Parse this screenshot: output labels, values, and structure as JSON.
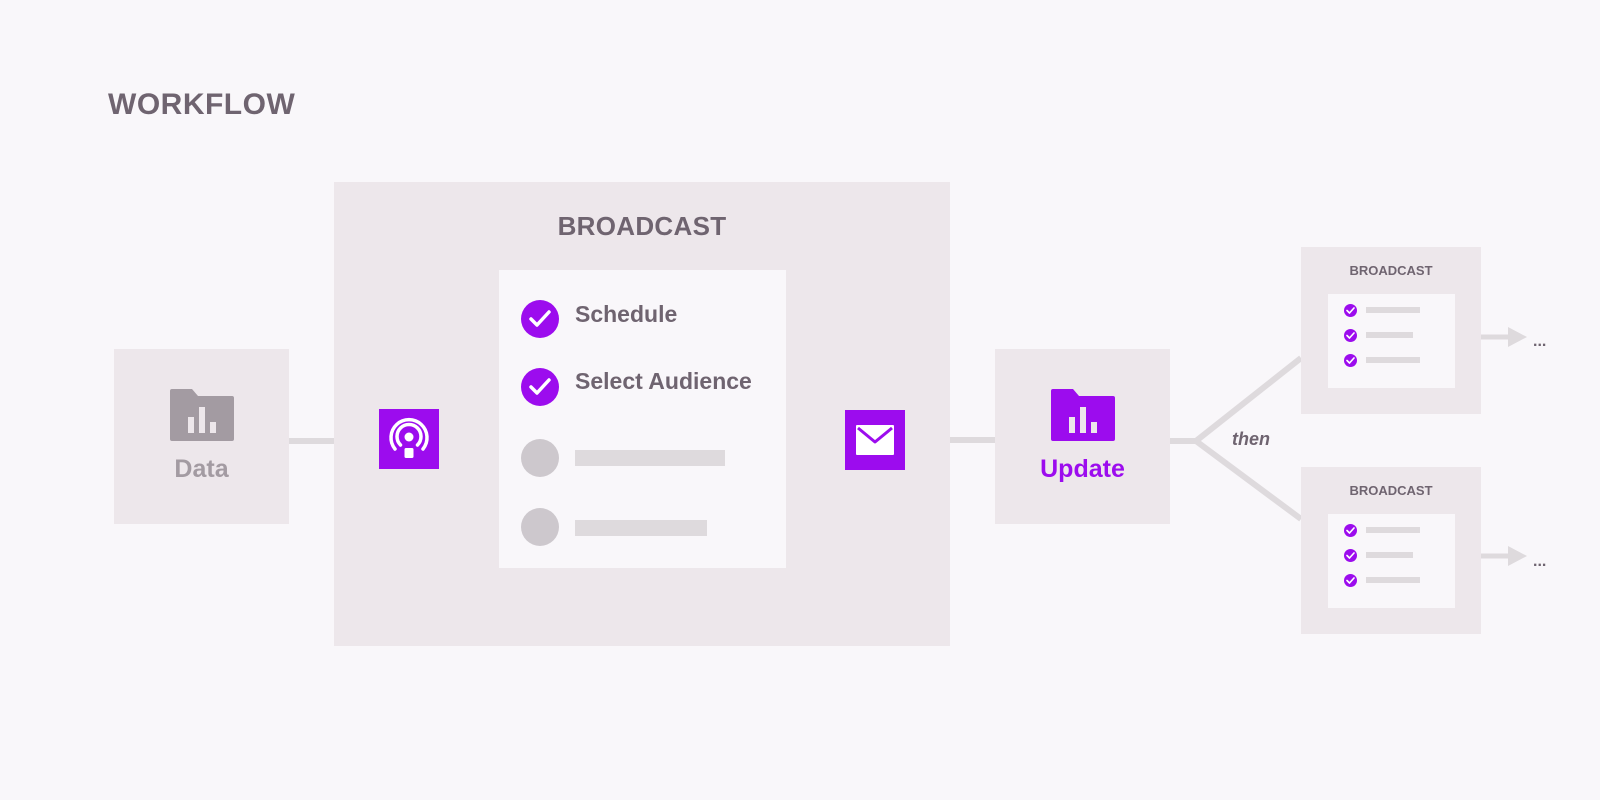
{
  "page_title": "WORKFLOW",
  "data_node": {
    "label": "Data",
    "icon": "folder-chart-icon",
    "color": "#a39ba2"
  },
  "broadcast": {
    "title": "BROADCAST",
    "left_icon": "podcast-icon",
    "right_icon": "envelope-icon",
    "tasks": [
      {
        "label": "Schedule",
        "done": true
      },
      {
        "label": "Select Audience",
        "done": true
      },
      {
        "label": "",
        "done": false
      },
      {
        "label": "",
        "done": false
      }
    ]
  },
  "update_node": {
    "label": "Update",
    "icon": "folder-chart-icon",
    "color": "#9c0cee"
  },
  "branch_label": "then",
  "next_broadcasts": [
    {
      "title": "BROADCAST",
      "continuation": "..."
    },
    {
      "title": "BROADCAST",
      "continuation": "..."
    }
  ],
  "colors": {
    "accent": "#9c0cee",
    "text": "#6f6470",
    "panel": "#ede7eb",
    "background": "#f9f7fa",
    "connector": "#dedadd"
  }
}
